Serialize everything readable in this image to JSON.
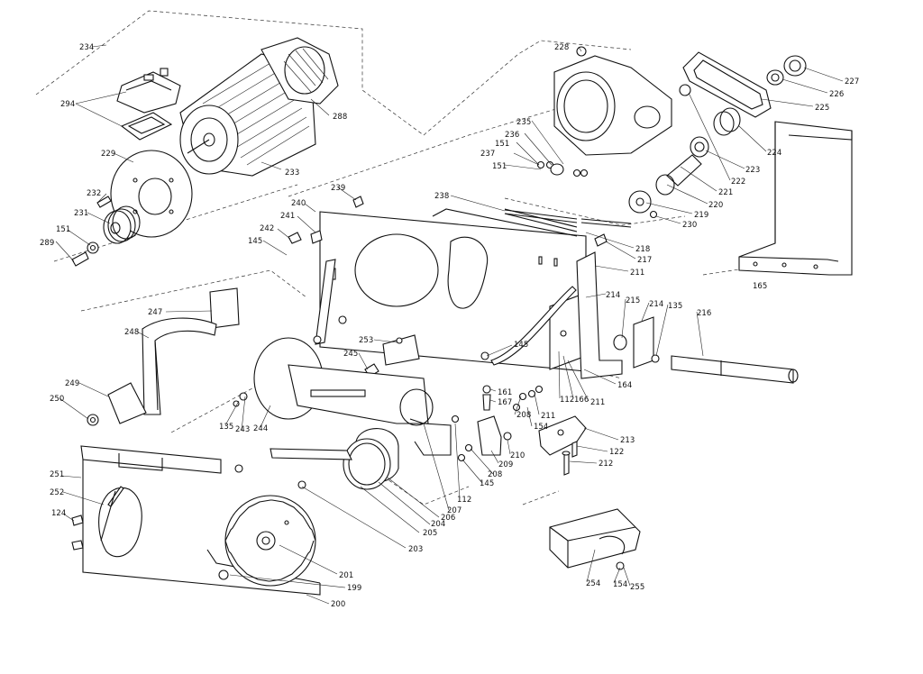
{
  "diagram": {
    "type": "exploded-parts-diagram",
    "labels": {
      "p112a": "112",
      "p112b": "112",
      "p122": "122",
      "p124": "124",
      "p135a": "135",
      "p135b": "135",
      "p145a": "145",
      "p145b": "145",
      "p145c": "145",
      "p151a": "151",
      "p151b": "151",
      "p151c": "151",
      "p154a": "154",
      "p154b": "154",
      "p161": "161",
      "p164": "164",
      "p165": "165",
      "p166": "166",
      "p167": "167",
      "p199": "199",
      "p200": "200",
      "p201": "201",
      "p203": "203",
      "p204": "204",
      "p205": "205",
      "p206": "206",
      "p207": "207",
      "p208a": "208",
      "p208b": "208",
      "p209": "209",
      "p210": "210",
      "p211a": "211",
      "p211b": "211",
      "p211c": "211",
      "p212": "212",
      "p213": "213",
      "p214a": "214",
      "p214b": "214",
      "p215": "215",
      "p216": "216",
      "p217": "217",
      "p218": "218",
      "p219": "219",
      "p220": "220",
      "p221": "221",
      "p222": "222",
      "p223": "223",
      "p224": "224",
      "p225": "225",
      "p226": "226",
      "p227": "227",
      "p228": "228",
      "p229": "229",
      "p230": "230",
      "p231": "231",
      "p232": "232",
      "p233": "233",
      "p234": "234",
      "p235": "235",
      "p236": "236",
      "p237": "237",
      "p238": "238",
      "p239": "239",
      "p240": "240",
      "p241": "241",
      "p242": "242",
      "p243": "243",
      "p244": "244",
      "p245": "245",
      "p247": "247",
      "p248": "248",
      "p249": "249",
      "p250": "250",
      "p251": "251",
      "p252": "252",
      "p253": "253",
      "p254": "254",
      "p255": "255",
      "p288": "288",
      "p289": "289",
      "p294": "294"
    }
  }
}
